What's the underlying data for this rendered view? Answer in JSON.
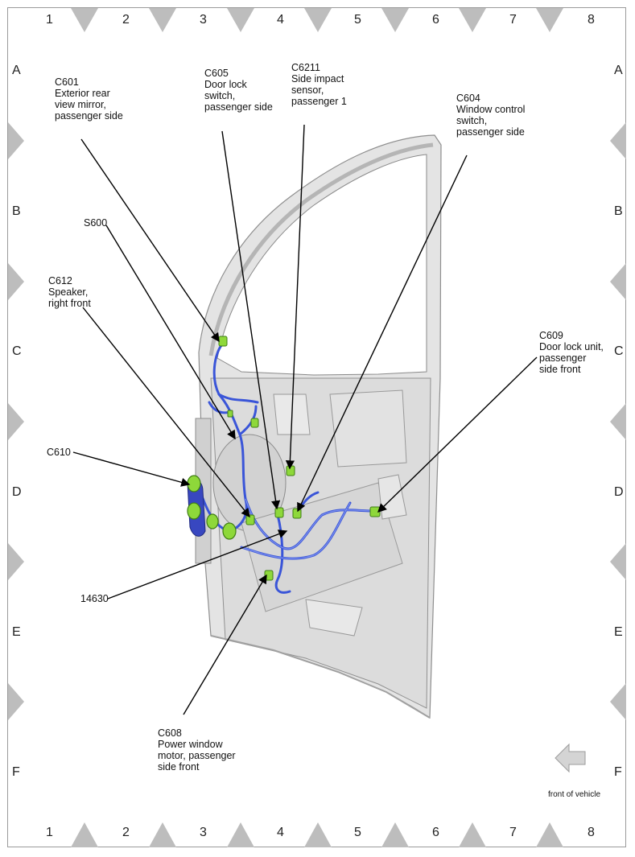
{
  "grid": {
    "columns": [
      "1",
      "2",
      "3",
      "4",
      "5",
      "6",
      "7",
      "8"
    ],
    "rows": [
      "A",
      "B",
      "C",
      "D",
      "E",
      "F"
    ]
  },
  "callouts": [
    {
      "id": "C601",
      "text": "C601\nExterior rear\nview mirror,\npassenger side"
    },
    {
      "id": "C605",
      "text": "C605\nDoor lock\nswitch,\npassenger side"
    },
    {
      "id": "C6211",
      "text": "C6211\nSide impact\nsensor,\npassenger 1"
    },
    {
      "id": "C604",
      "text": "C604\nWindow control\nswitch,\npassenger side"
    },
    {
      "id": "S600",
      "text": "S600"
    },
    {
      "id": "C612",
      "text": "C612\nSpeaker,\nright front"
    },
    {
      "id": "C609",
      "text": "C609\nDoor lock unit,\npassenger\nside front"
    },
    {
      "id": "C610",
      "text": "C610"
    },
    {
      "id": "14630",
      "text": "14630"
    },
    {
      "id": "C608",
      "text": "C608\nPower window\nmotor, passenger\nside front"
    }
  ],
  "front_of_vehicle": "front of vehicle",
  "colors": {
    "harness": "#3a55d8",
    "connector": "#7ec832",
    "door": "#e6e6e6",
    "marker": "#b4b4b4"
  }
}
